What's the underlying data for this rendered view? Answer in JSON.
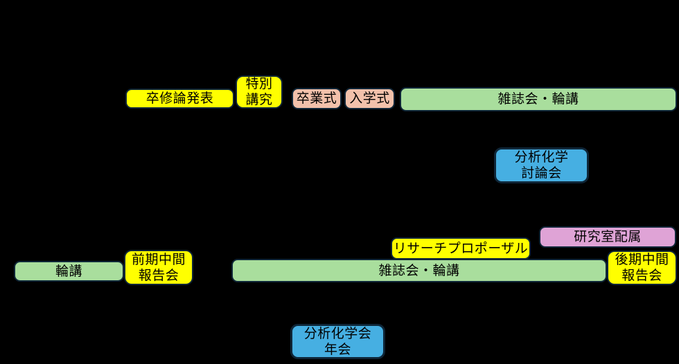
{
  "palette": {
    "background": "#000000",
    "box_border": "#0f2638",
    "yellow": "#ffff00",
    "pink": "#f2c1ab",
    "green": "#a9de9d",
    "blue": "#46afe2",
    "purple": "#dfa3d6",
    "text": "#000000"
  },
  "boxes": [
    {
      "label": "卒修論発表",
      "color": "yellow"
    },
    {
      "label": "特別\n講究",
      "color": "yellow"
    },
    {
      "label": "卒業式",
      "color": "pink"
    },
    {
      "label": "入学式",
      "color": "pink"
    },
    {
      "label": "雑誌会・輪講",
      "color": "green"
    },
    {
      "label": "分析化学\n討論会",
      "color": "blue"
    },
    {
      "label": "研究室配属",
      "color": "purple"
    },
    {
      "label": "リサーチプロポーザル",
      "color": "yellow"
    },
    {
      "label": "輪講",
      "color": "green"
    },
    {
      "label": "前期中間\n報告会",
      "color": "yellow"
    },
    {
      "label": "雑誌会・輪講",
      "color": "green"
    },
    {
      "label": "後期中間\n報告会",
      "color": "yellow"
    },
    {
      "label": "分析化学会\n年会",
      "color": "blue"
    }
  ]
}
